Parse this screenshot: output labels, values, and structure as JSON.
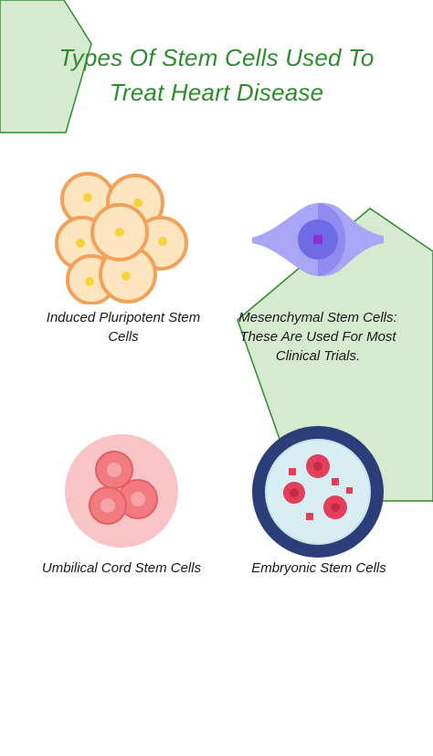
{
  "header": {
    "title_line1": "Types Of Stem Cells Used To",
    "title_line2": "Treat Heart Disease"
  },
  "cards": [
    {
      "icon": "cell-cluster-icon",
      "label_line1": "Induced Pluripotent Stem",
      "label_line2": "Cells"
    },
    {
      "icon": "neuron-cell-icon",
      "label_line1": "Mesenchymal Stem Cells:",
      "label_line2": "These Are Used For Most",
      "label_line3": "Clinical Trials."
    },
    {
      "icon": "cord-cell-icon",
      "label_line1": "Umbilical Cord Stem Cells"
    },
    {
      "icon": "petri-dish-icon",
      "label_line1": "Embryonic Stem Cells"
    }
  ],
  "colors": {
    "title": "#2e8b2e",
    "shape_fill": "#d6ead0",
    "shape_stroke": "#2e8b2e"
  }
}
